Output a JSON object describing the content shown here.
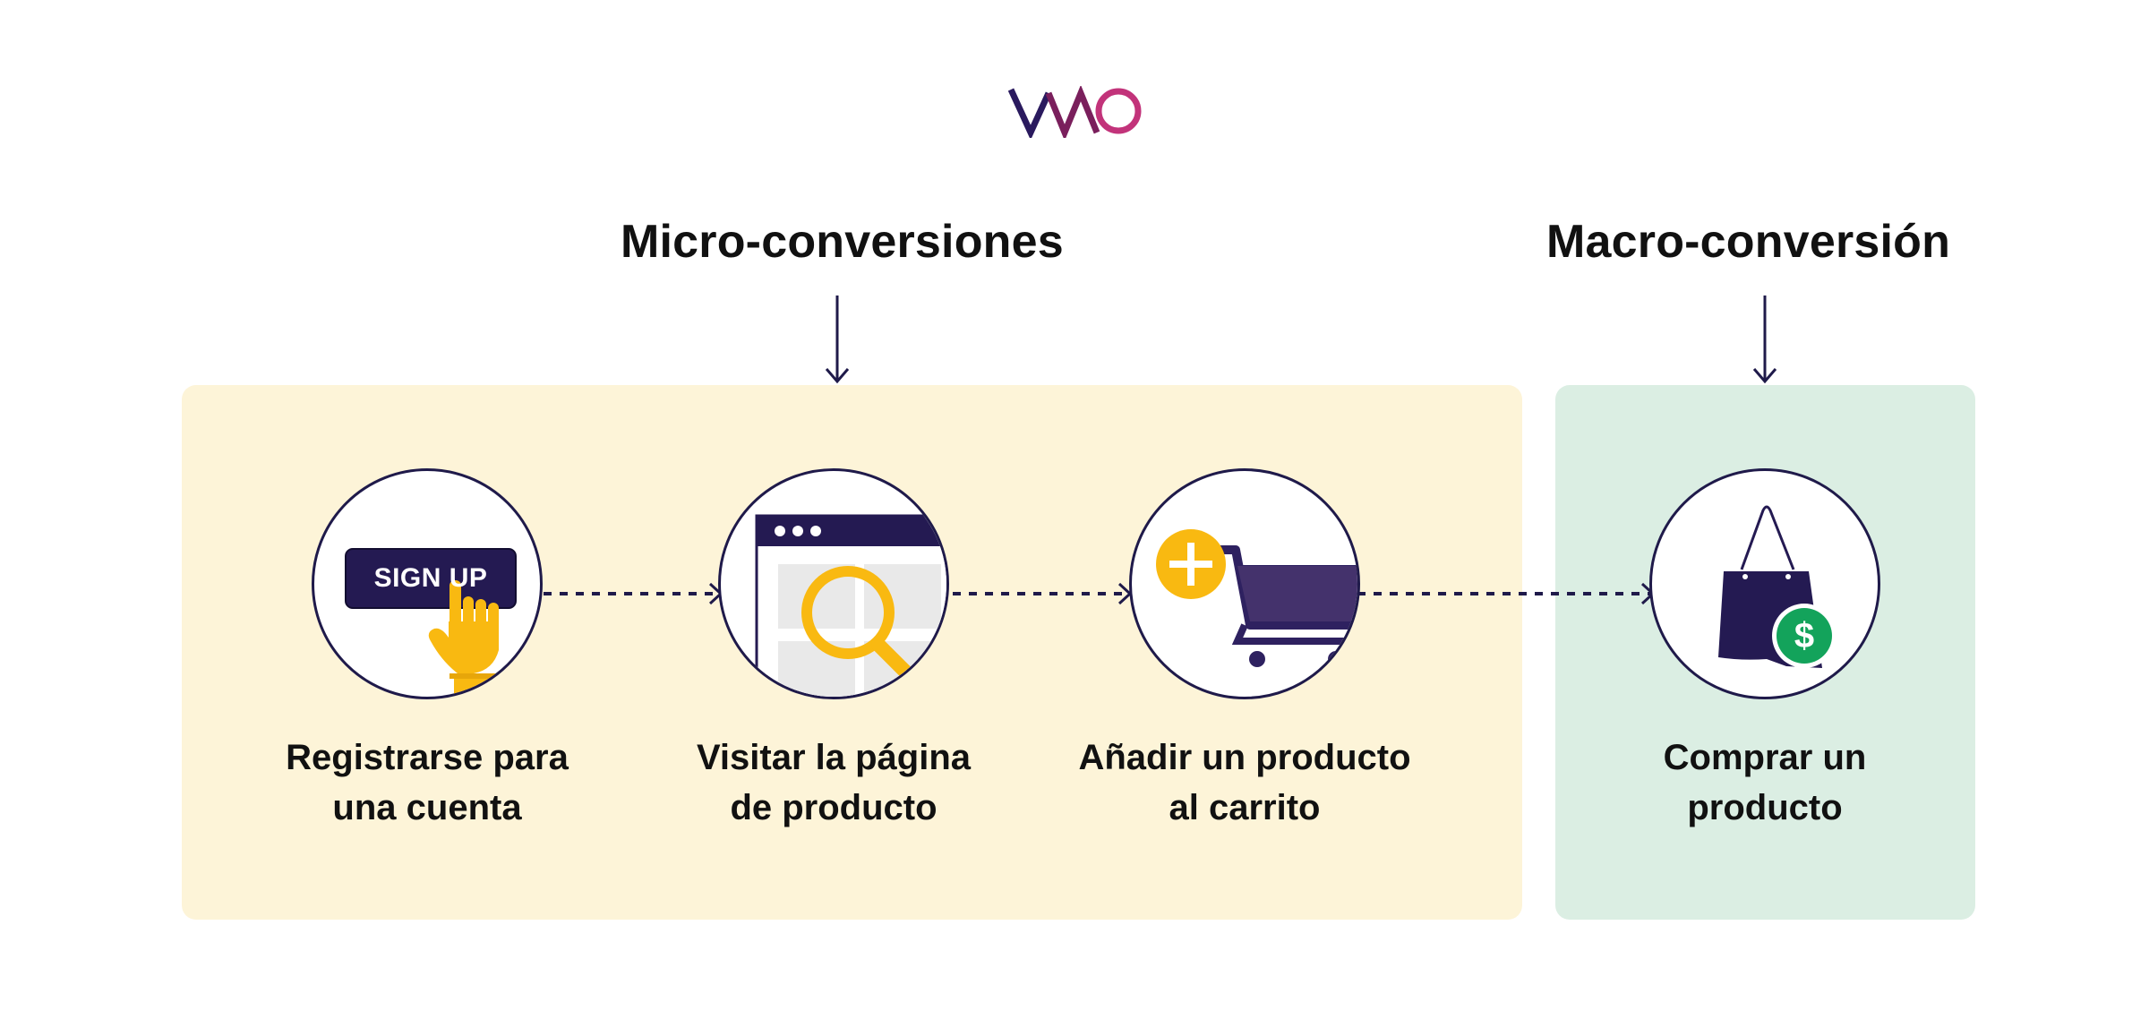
{
  "logo": {
    "text": "VWO",
    "colors": {
      "v": "#2a1a5e",
      "w": "#7a1f5c",
      "o": "#c2337a"
    }
  },
  "headings": {
    "micro": "Micro-conversiones",
    "macro": "Macro-conversión"
  },
  "steps": [
    {
      "icon": "sign-up-click-icon",
      "button_text": "SIGN UP",
      "line1": "Registrarse para",
      "line2": "una cuenta"
    },
    {
      "icon": "product-page-search-icon",
      "line1": "Visitar la página",
      "line2": "de producto"
    },
    {
      "icon": "add-to-cart-icon",
      "line1": "Añadir un producto",
      "line2": "al carrito"
    },
    {
      "icon": "shopping-bag-dollar-icon",
      "line1": "Comprar un",
      "line2": "producto"
    }
  ],
  "colors": {
    "micro_panel": "#fdf4d8",
    "macro_panel": "#dbeee3",
    "navy": "#1f1a4a",
    "yellow": "#f9b911",
    "green": "#13a35b"
  }
}
